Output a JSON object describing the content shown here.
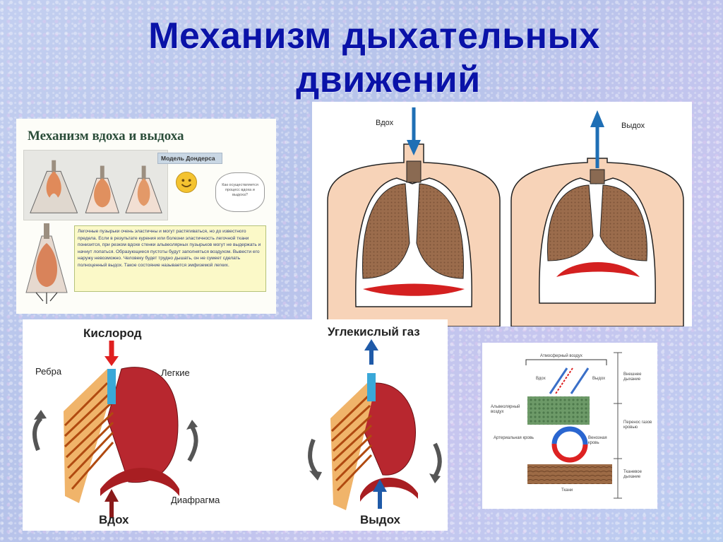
{
  "slide": {
    "title_line1": "Механизм дыхательных",
    "title_line2": "движений"
  },
  "panel_model": {
    "title": "Механизм вдоха и выдоха",
    "model_tag": "Модель Дондерса",
    "bubble_text": "Как осуществляется процесс вдоха и выдоха?",
    "body_text": "Легочные пузырьки очень эластичны и могут растягиваться, но до известного предела. Если в результате курения или болезни эластичность легочной ткани понизится, при резком вдохе стенки альвеолярных пузырьков могут не выдержать и начнут лопаться. Образующиеся пустоты будут заполняться воздухом. Вывести его наружу невозможно. Человеку будет трудно дышать, он не сумеет сделать полноценный выдох. Такое состояние называется эмфиземой легких."
  },
  "panel_torso": {
    "inhale_label": "Вдох",
    "exhale_label": "Выдох"
  },
  "panel_ribcage": {
    "oxygen_label": "Кислород",
    "co2_label": "Углекислый газ",
    "ribs_label": "Ребра",
    "lungs_label": "Легкие",
    "diaphragm_label": "Диафрагма",
    "inhale_label": "Вдох",
    "exhale_label": "Выдох"
  },
  "panel_scheme": {
    "atmospheric_air": "Атмосферный воздух",
    "inhale": "Вдох",
    "exhale": "Выдох",
    "alveolar_air": "Альвеолярный воздух",
    "arterial_blood": "Артериальная кровь",
    "venous_blood": "Венозная кровь",
    "tissues": "Ткани",
    "external_breathing": "Внешнее дыхание",
    "gas_transport": "Перенос газов кровью",
    "tissue_breathing": "Тканевое дыхание"
  },
  "colors": {
    "title": "#0a12a8",
    "lung": "#9a6b4a",
    "diaphragm": "#d42020",
    "arrow": "#1f6fb5",
    "oxygen_arrow": "#e02020",
    "skin": "#f7d3b8"
  }
}
